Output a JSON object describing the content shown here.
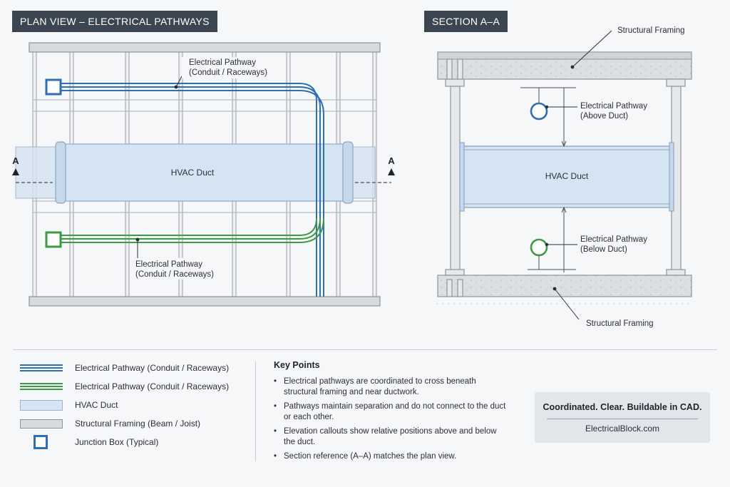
{
  "plan": {
    "title": "PLAN VIEW – ELECTRICAL PATHWAYS",
    "upper_pathway_label_1": "Electrical Pathway",
    "upper_pathway_label_2": "(Conduit / Raceways)",
    "lower_pathway_label_1": "Electrical Pathway",
    "lower_pathway_label_2": "(Conduit / Raceways)",
    "duct_label": "HVAC Duct",
    "section_mark_left": "A",
    "section_mark_right": "A"
  },
  "section": {
    "title": "SECTION A–A",
    "top_framing_label": "Structural Framing",
    "bottom_framing_label": "Structural Framing",
    "above_label_1": "Electrical Pathway",
    "above_label_2": "(Above Duct)",
    "below_label_1": "Electrical Pathway",
    "below_label_2": "(Below Duct)",
    "duct_label": "HVAC Duct"
  },
  "legend": [
    {
      "label": "Electrical Pathway (Conduit / Raceways)",
      "kind": "lines",
      "color": "#2f6fad"
    },
    {
      "label": "Electrical Pathway (Conduit / Raceways)",
      "kind": "lines",
      "color": "#3f9a45"
    },
    {
      "label": "HVAC Duct",
      "kind": "duct",
      "color": "#d4e4f3"
    },
    {
      "label": "Structural Framing (Beam / Joist)",
      "kind": "frame",
      "color": "#d8dbde"
    },
    {
      "label": "Junction Box (Typical)",
      "kind": "box",
      "color": "#2f6fad"
    }
  ],
  "key_points": {
    "title": "Key Points",
    "items": [
      "Electrical pathways are coordinated to cross beneath structural framing and near ductwork.",
      "Pathways maintain separation and do not connect to the duct or each other.",
      "Elevation callouts show relative positions above and below the duct.",
      "Section reference (A–A) matches the plan view."
    ]
  },
  "brand": {
    "tagline": "Coordinated. Clear. Buildable in CAD.",
    "url": "ElectricalBlock.com"
  },
  "colors": {
    "blue_pathway": "#2f6fad",
    "green_pathway": "#3f9a45",
    "duct_fill": "#d4e4f3",
    "framing_fill": "#d8dbde",
    "title_bg": "#3c4651"
  }
}
